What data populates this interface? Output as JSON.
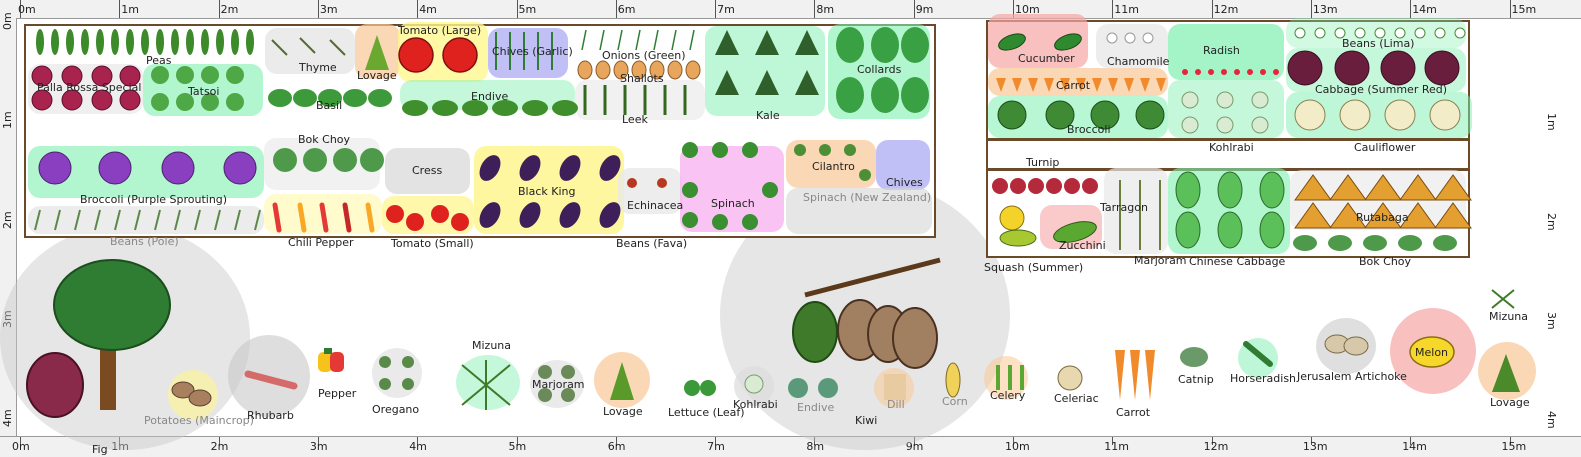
{
  "rulers": {
    "top": [
      "0m",
      "1m",
      "2m",
      "3m",
      "4m",
      "5m",
      "6m",
      "7m",
      "8m",
      "9m",
      "10m",
      "11m",
      "12m",
      "13m",
      "14m",
      "15m"
    ],
    "left": [
      "0m",
      "1m",
      "2m",
      "3m",
      "4m"
    ],
    "right": [
      "1m",
      "2m",
      "3m",
      "4m"
    ],
    "bottom": [
      "0m",
      "1m",
      "2m",
      "3m",
      "4m",
      "5m",
      "6m",
      "7m",
      "8m",
      "9m",
      "10m",
      "11m",
      "12m",
      "13m",
      "14m",
      "15m"
    ]
  },
  "bed_left": {
    "labels": {
      "peas": "Peas",
      "palla_rossa": "Palla Rossa Special",
      "tatsoi": "Tatsoi",
      "thyme": "Thyme",
      "basil": "Basil",
      "lovage": "Lovage",
      "tomato_large": "Tomato (Large)",
      "chives_garlic": "Chives (Garlic)",
      "endive": "Endive",
      "onions_green": "Onions (Green)",
      "shallots": "Shallots",
      "leek": "Leek",
      "kale": "Kale",
      "collards": "Collards",
      "bok_choy": "Bok Choy",
      "cress": "Cress",
      "black_king": "Black King",
      "broccoli_purple": "Broccoli (Purple Sprouting)",
      "beans_pole": "Beans (Pole)",
      "chili_pepper": "Chili Pepper",
      "tomato_small": "Tomato (Small)",
      "echinacea": "Echinacea",
      "spinach": "Spinach",
      "cilantro": "Cilantro",
      "chives": "Chives",
      "spinach_nz": "Spinach (New Zealand)",
      "beans_fava": "Beans (Fava)"
    }
  },
  "bed_right": {
    "labels": {
      "cucumber": "Cucumber",
      "chamomile": "Chamomile",
      "radish": "Radish",
      "beans_lima": "Beans (Lima)",
      "carrot": "Carrot",
      "cabbage_red": "Cabbage (Summer Red)",
      "broccoli": "Broccoli",
      "kohlrabi": "Kohlrabi",
      "cauliflower": "Cauliflower",
      "turnip": "Turnip",
      "tarragon": "Tarragon",
      "rutabaga": "Rutabaga",
      "zucchini": "Zucchini",
      "squash_summer": "Squash (Summer)",
      "marjoram": "Marjoram",
      "chinese_cabbage": "Chinese Cabbage",
      "bok_choy": "Bok Choy"
    }
  },
  "ground": {
    "fig": "Fig",
    "potatoes": "Potatoes (Maincrop)",
    "rhubarb": "Rhubarb",
    "pepper": "Pepper",
    "oregano": "Oregano",
    "mizuna": "Mizuna",
    "marjoram": "Marjoram",
    "lovage": "Lovage",
    "lettuce": "Lettuce (Leaf)",
    "kohlrabi": "Kohlrabi",
    "endive": "Endive",
    "dill": "Dill",
    "kiwi": "Kiwi",
    "corn": "Corn",
    "celery": "Celery",
    "celeriac": "Celeriac",
    "carrot": "Carrot",
    "catnip": "Catnip",
    "horseradish": "Horseradish",
    "jerusalem_artichoke": "Jerusalem Artichoke",
    "melon": "Melon",
    "mizuna_right": "Mizuna",
    "lovage_right": "Lovage"
  },
  "colors": {
    "bed_border": "#6b4a2a",
    "green_zone": "#7ef0b0",
    "yellow_zone": "#fff68f",
    "purple_zone": "#b0b0f5",
    "pink_zone": "#f7b0ef",
    "orange_zone": "#f9c896",
    "red_zone": "#f7a5a5",
    "gray_zone": "#d6d6d6"
  }
}
